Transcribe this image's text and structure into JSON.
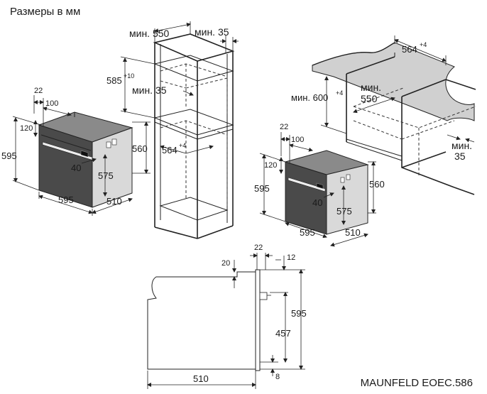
{
  "header": {
    "title": "Размеры в мм"
  },
  "footer": {
    "model": "MAUNFELD EOEC.586"
  },
  "colors": {
    "line": "#222222",
    "fill_dark": "#4a4a4a",
    "fill_light": "#d8d8d8",
    "background": "#ffffff"
  },
  "oven_left": {
    "dims": {
      "d22": "22",
      "d100": "100",
      "d120": "120",
      "d595h": "595",
      "d560": "560",
      "d40": "40",
      "d575": "575",
      "d595w": "595",
      "d510": "510"
    }
  },
  "column_cabinet": {
    "dims": {
      "min550": "мин. 550",
      "min35_top": "мин. 35",
      "d585": "585",
      "d585_sup": "+10",
      "min35_mid": "мин. 35",
      "d564": "564",
      "d564_sup": "+4"
    }
  },
  "undercounter": {
    "dims": {
      "d564": "564",
      "d564_sup": "+4",
      "min600": "мин. 600",
      "min600_sup": "+4",
      "min550_a": "мин.",
      "min550_b": "550",
      "min35_a": "мин.",
      "min35_b": "35"
    }
  },
  "oven_right": {
    "dims": {
      "d22": "22",
      "d100": "100",
      "d120": "120",
      "d595h": "595",
      "d560": "560",
      "d40": "40",
      "d575": "575",
      "d595w": "595",
      "d510": "510"
    }
  },
  "side_view": {
    "dims": {
      "d22": "22",
      "d12": "12",
      "d20": "20",
      "d595": "595",
      "d457": "457",
      "d510": "510",
      "d8": "8"
    }
  }
}
